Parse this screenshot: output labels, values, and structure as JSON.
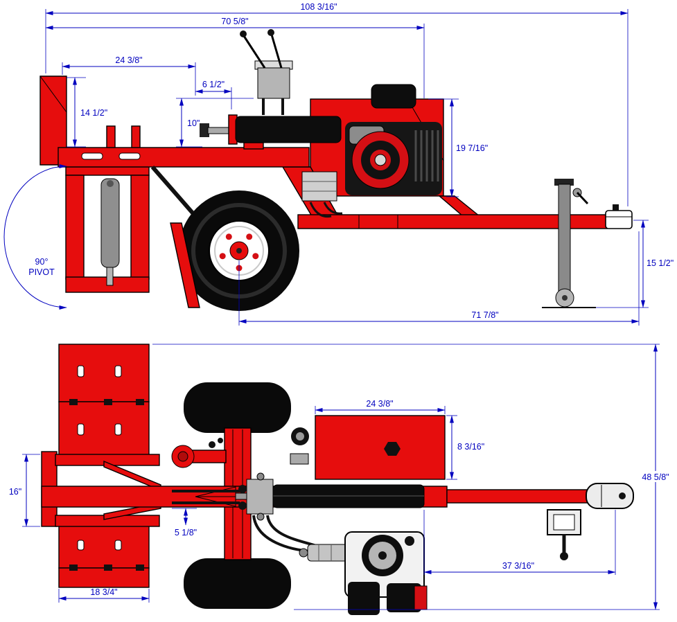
{
  "colors": {
    "body_red": "#e60d0d",
    "dimension_blue": "#0000bf",
    "outline_black": "#000000",
    "background": "#ffffff"
  },
  "side": {
    "overall_length": "108 3/16\"",
    "deck_length": "70 5/8\"",
    "table_length": "24 3/8\"",
    "valve_offset": "6 1/2\"",
    "plate_height": "14 1/2\"",
    "cylinder_height": "10\"",
    "engine_bay_height": "19 7/16\"",
    "hitch_height": "15 1/2\"",
    "axle_to_hitch": "71 7/8\"",
    "pivot_angle": "90°",
    "pivot_word": "PIVOT"
  },
  "top": {
    "engine_plate_length": "24 3/8\"",
    "engine_plate_width": "8 3/16\"",
    "table_depth": "16\"",
    "beam_to_rail": "5 1/8\"",
    "plate_width": "18 3/4\"",
    "tongue_length": "37 3/16\"",
    "overall_width": "48 5/8\""
  }
}
